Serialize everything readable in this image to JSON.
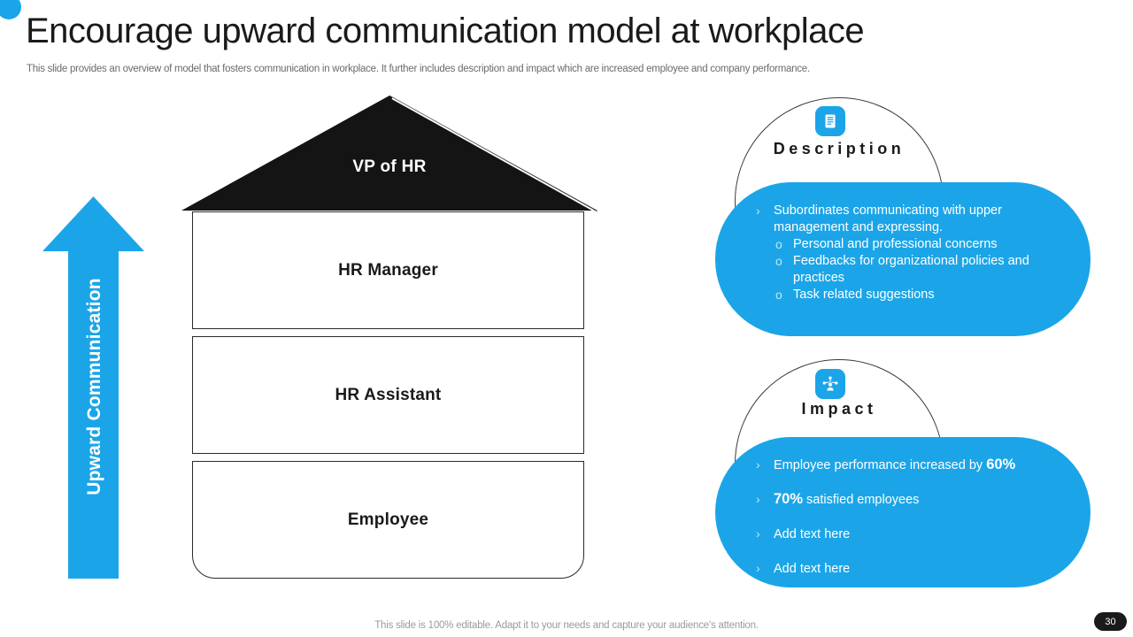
{
  "header": {
    "title": "Encourage upward communication model at workplace",
    "subtitle": "This slide provides an overview of model that fosters communication in workplace. It further includes description and impact which are increased employee and company performance."
  },
  "arrow": {
    "label": "Upward Communication"
  },
  "hierarchy": {
    "roof_label": "VP of HR",
    "levels": [
      {
        "label": "HR Manager"
      },
      {
        "label": "HR Assistant"
      },
      {
        "label": "Employee"
      }
    ]
  },
  "cards": [
    {
      "id": "description",
      "heading": "Description",
      "icon": "document-icon",
      "bullets": [
        {
          "level": 1,
          "marker": "›",
          "text": "Subordinates communicating with upper management and expressing."
        },
        {
          "level": 2,
          "marker": "o",
          "text": "Personal and professional concerns"
        },
        {
          "level": 2,
          "marker": "o",
          "text": "Feedbacks for organizational policies and practices"
        },
        {
          "level": 2,
          "marker": "o",
          "text": "Task related suggestions"
        }
      ]
    },
    {
      "id": "impact",
      "heading": "Impact",
      "icon": "network-people-icon",
      "bullets": [
        {
          "level": 1,
          "marker": "›",
          "text_before": "Employee performance increased by ",
          "bold": "60%",
          "text_after": ""
        },
        {
          "level": 1,
          "marker": "›",
          "text_before": "",
          "bold": "70%",
          "text_after": " satisfied employees"
        },
        {
          "level": 1,
          "marker": "›",
          "text_before": "Add text here",
          "bold": "",
          "text_after": ""
        },
        {
          "level": 1,
          "marker": "›",
          "text_before": "Add text here",
          "bold": "",
          "text_after": ""
        }
      ]
    }
  ],
  "footer": {
    "note": "This slide is 100% editable. Adapt it to your needs and capture your audience's attention.",
    "page_number": "30"
  },
  "colors": {
    "accent_blue": "#1BA5E8",
    "roof_black": "#141414",
    "bullet_marker": "#bfe6fa",
    "text_dark": "#1a1a1a",
    "text_muted": "#6b6b6b"
  }
}
